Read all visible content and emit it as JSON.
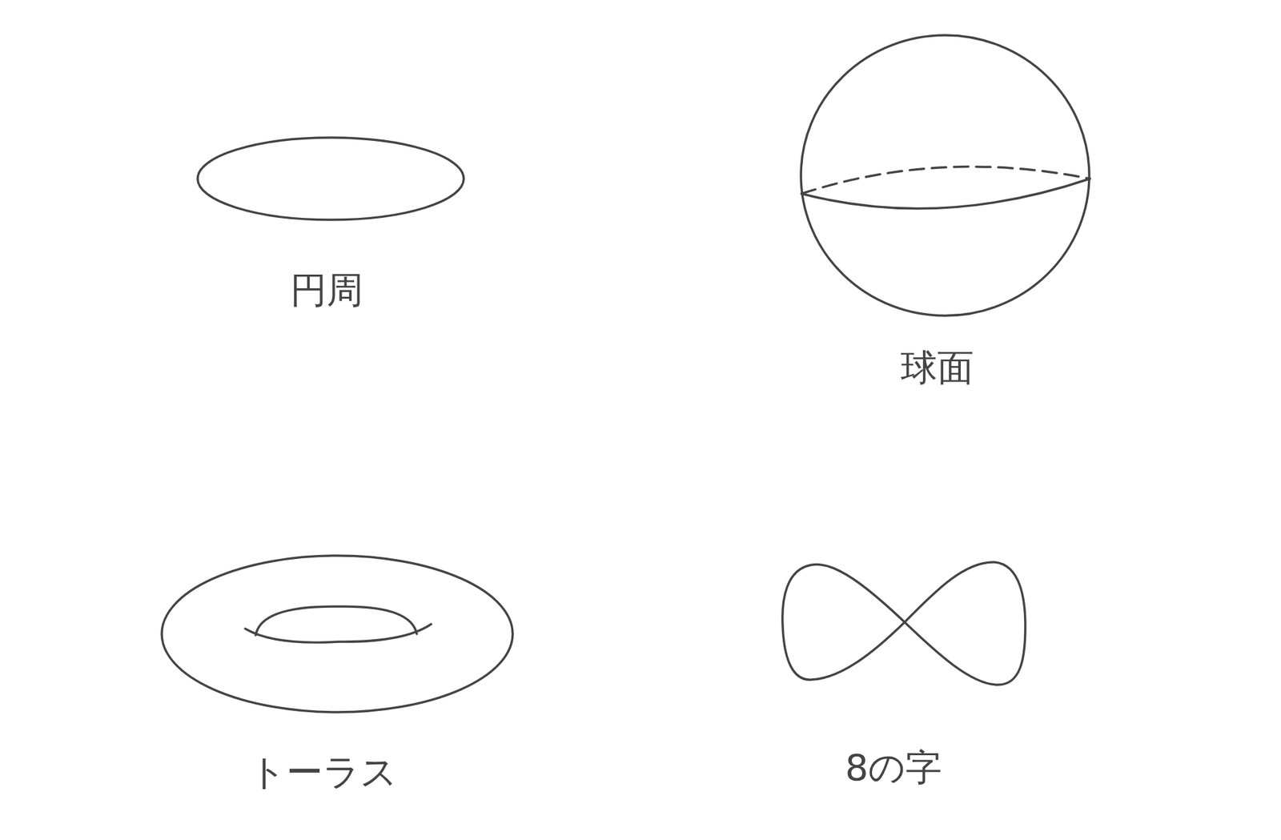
{
  "diagram": {
    "labels": [
      "円周",
      "球面",
      "トーラス",
      "8の字"
    ]
  }
}
